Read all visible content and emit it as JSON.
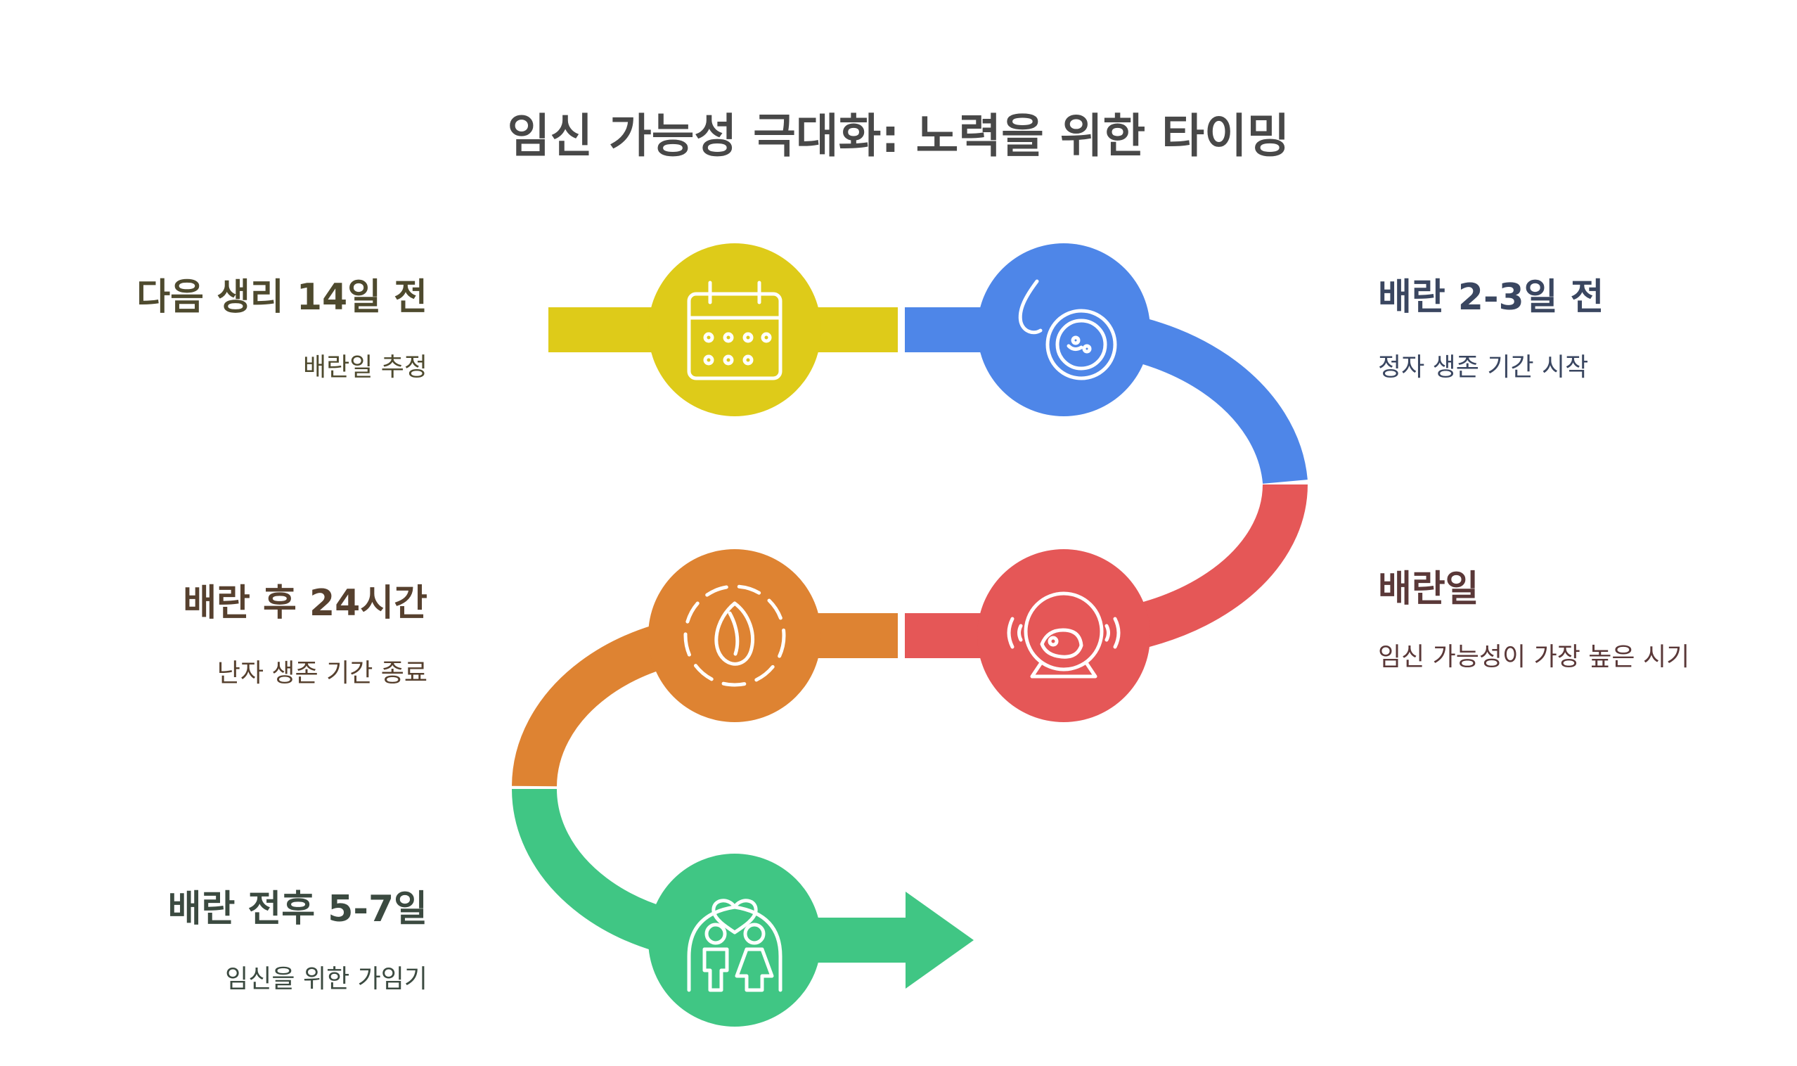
{
  "title": "임신 가능성 극대화: 노력을 위한 타이밍",
  "steps": [
    {
      "title": "다음 생리 14일 전",
      "description": "배란일 추정",
      "icon": "calendar-icon",
      "color": "#DECB19",
      "text_color": "#4E4A2E"
    },
    {
      "title": "배란 2-3일 전",
      "description": "정자 생존 기간 시작",
      "icon": "sperm-cell-icon",
      "color": "#4E86E8",
      "text_color": "#3A4660"
    },
    {
      "title": "배란일",
      "description": "임신 가능성이 가장 높은 시기",
      "icon": "ovum-globe-icon",
      "color": "#E55757",
      "text_color": "#5A3838"
    },
    {
      "title": "배란 후 24시간",
      "description": "난자 생존 기간 종료",
      "icon": "egg-icon",
      "color": "#DE8332",
      "text_color": "#56402E"
    },
    {
      "title": "배란 전후 5-7일",
      "description": "임신을 위한 가임기",
      "icon": "couple-heart-icon",
      "color": "#40C684",
      "text_color": "#3B4A40"
    }
  ]
}
